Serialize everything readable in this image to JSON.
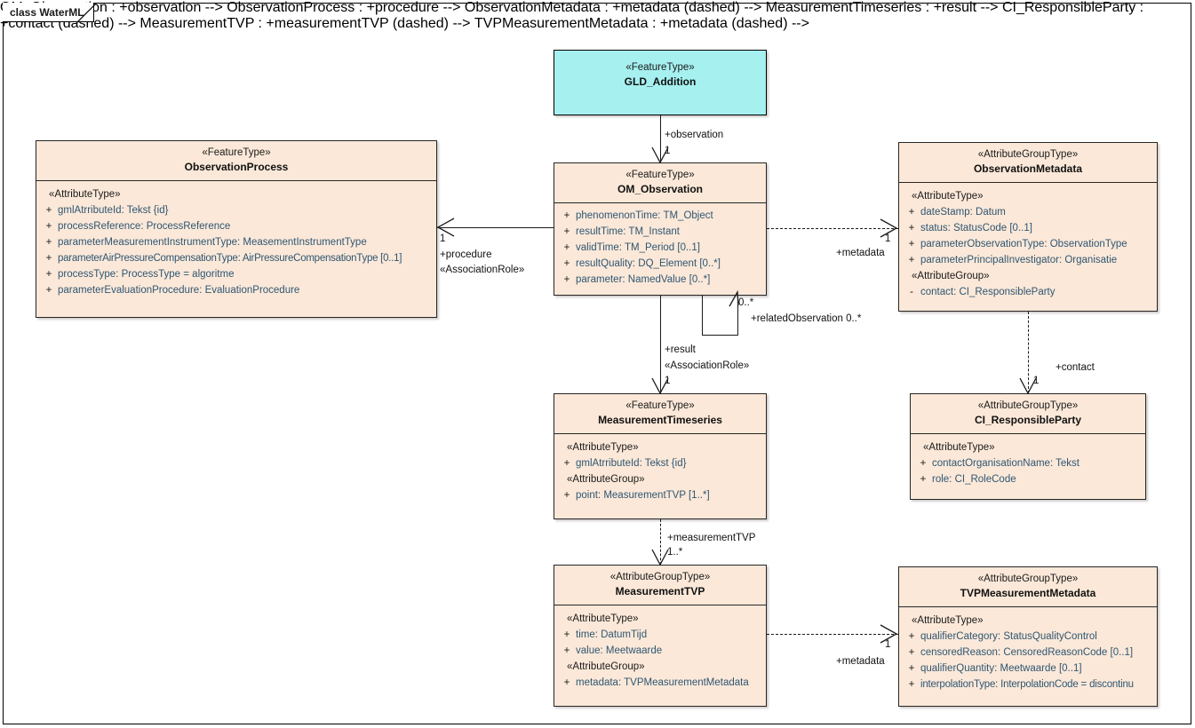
{
  "frame": {
    "label": "class WaterML"
  },
  "colors": {
    "class_fill": "#fbe8d8",
    "class_border": "#262626",
    "highlight_fill": "#a6f0f0",
    "attribute_text": "#2f5673",
    "line": "#1a1a1a"
  },
  "classes": [
    {
      "id": "gld_addition",
      "stereotype": "«FeatureType»",
      "name": "GLD_Addition",
      "highlight": true,
      "groups": []
    },
    {
      "id": "observation_process",
      "stereotype": "«FeatureType»",
      "name": "ObservationProcess",
      "highlight": false,
      "groups": [
        {
          "label": "«AttributeType»",
          "attributes": [
            {
              "visibility": "+",
              "text": "gmlAtrributeId: Tekst {id}"
            },
            {
              "visibility": "+",
              "text": "processReference: ProcessReference"
            },
            {
              "visibility": "+",
              "text": "parameterMeasurementInstrumentType: MeasementInstrumentType"
            },
            {
              "visibility": "+",
              "text": "parameterAirPressureCompensationType: AirPressureCompensationType [0..1]"
            },
            {
              "visibility": "+",
              "text": "processType: ProcessType = algoritme"
            },
            {
              "visibility": "+",
              "text": "parameterEvaluationProcedure: EvaluationProcedure"
            }
          ]
        }
      ]
    },
    {
      "id": "om_observation",
      "stereotype": "«FeatureType»",
      "name": "OM_Observation",
      "highlight": false,
      "groups": [
        {
          "label": "",
          "attributes": [
            {
              "visibility": "+",
              "text": "phenomenonTime: TM_Object"
            },
            {
              "visibility": "+",
              "text": "resultTime: TM_Instant"
            },
            {
              "visibility": "+",
              "text": "validTime: TM_Period [0..1]"
            },
            {
              "visibility": "+",
              "text": "resultQuality: DQ_Element [0..*]"
            },
            {
              "visibility": "+",
              "text": "parameter: NamedValue [0..*]"
            }
          ]
        }
      ]
    },
    {
      "id": "observation_metadata",
      "stereotype": "«AttributeGroupType»",
      "name": "ObservationMetadata",
      "highlight": false,
      "groups": [
        {
          "label": "«AttributeType»",
          "attributes": [
            {
              "visibility": "+",
              "text": "dateStamp: Datum"
            },
            {
              "visibility": "+",
              "text": "status: StatusCode [0..1]"
            },
            {
              "visibility": "+",
              "text": "parameterObservationType: ObservationType"
            },
            {
              "visibility": "+",
              "text": "parameterPrincipalInvestigator: Organisatie"
            }
          ]
        },
        {
          "label": "«AttributeGroup»",
          "attributes": [
            {
              "visibility": "-",
              "text": "contact: CI_ResponsibleParty"
            }
          ]
        }
      ]
    },
    {
      "id": "measurement_timeseries",
      "stereotype": "«FeatureType»",
      "name": "MeasurementTimeseries",
      "highlight": false,
      "groups": [
        {
          "label": "«AttributeType»",
          "attributes": [
            {
              "visibility": "+",
              "text": "gmlAtrributeId: Tekst {id}"
            }
          ]
        },
        {
          "label": "«AttributeGroup»",
          "attributes": [
            {
              "visibility": "+",
              "text": "point: MeasurementTVP [1..*]"
            }
          ]
        }
      ]
    },
    {
      "id": "ci_responsibleparty",
      "stereotype": "«AttributeGroupType»",
      "name": "CI_ResponsibleParty",
      "highlight": false,
      "groups": [
        {
          "label": "«AttributeType»",
          "attributes": [
            {
              "visibility": "+",
              "text": "contactOrganisationName: Tekst"
            },
            {
              "visibility": "+",
              "text": "role: CI_RoleCode"
            }
          ]
        }
      ]
    },
    {
      "id": "measurement_tvp",
      "stereotype": "«AttributeGroupType»",
      "name": "MeasurementTVP",
      "highlight": false,
      "groups": [
        {
          "label": "«AttributeType»",
          "attributes": [
            {
              "visibility": "+",
              "text": "time: DatumTijd"
            },
            {
              "visibility": "+",
              "text": "value: Meetwaarde"
            }
          ]
        },
        {
          "label": "«AttributeGroup»",
          "attributes": [
            {
              "visibility": "+",
              "text": "metadata: TVPMeasurementMetadata"
            }
          ]
        }
      ]
    },
    {
      "id": "tvp_measurement_metadata",
      "stereotype": "«AttributeGroupType»",
      "name": "TVPMeasurementMetadata",
      "highlight": false,
      "groups": [
        {
          "label": "«AttributeType»",
          "attributes": [
            {
              "visibility": "+",
              "text": "qualifierCategory: StatusQualityControl"
            },
            {
              "visibility": "+",
              "text": "censoredReason: CensoredReasonCode [0..1]"
            },
            {
              "visibility": "+",
              "text": "qualifierQuantity: Meetwaarde [0..1]"
            },
            {
              "visibility": "+",
              "text": "interpolationType: InterpolationCode = discontinu"
            }
          ]
        }
      ]
    }
  ],
  "connectors": {
    "observation": {
      "role": "+observation",
      "multiplicity": "1"
    },
    "procedure": {
      "multiplicity": "1",
      "role": "+procedure",
      "stereotype": "«AssociationRole»"
    },
    "metadata_top": {
      "role": "+metadata",
      "multiplicity": "1"
    },
    "related_observation": {
      "source_multiplicity": "0..*",
      "role": "+relatedObservation 0..*"
    },
    "result": {
      "role": "+result",
      "stereotype": "«AssociationRole»",
      "multiplicity": "1"
    },
    "contact": {
      "role": "+contact",
      "multiplicity": "1"
    },
    "measurement_tvp": {
      "role": "+measurementTVP",
      "multiplicity": "1..*"
    },
    "metadata_bottom": {
      "role": "+metadata",
      "multiplicity": "1"
    }
  }
}
